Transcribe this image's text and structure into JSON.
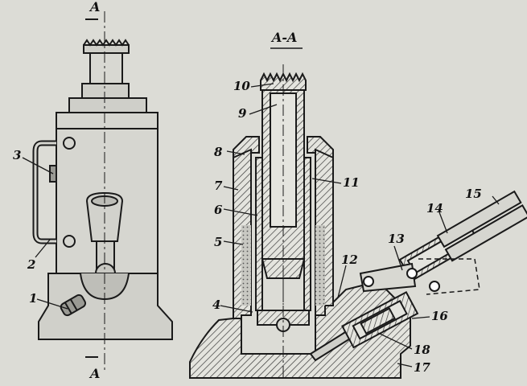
{
  "diagram": {
    "section_title": "A-A",
    "section_marks": [
      "A",
      "A"
    ],
    "callouts": [
      "1",
      "2",
      "3",
      "4",
      "5",
      "6",
      "7",
      "8",
      "9",
      "10",
      "11",
      "12",
      "13",
      "14",
      "15",
      "16",
      "17",
      "18"
    ],
    "colors": {
      "ink": "#1a1a1a",
      "paper": "#dcdcd6",
      "hatch": "#4a4a4a",
      "oil": "#9a9a94"
    }
  }
}
